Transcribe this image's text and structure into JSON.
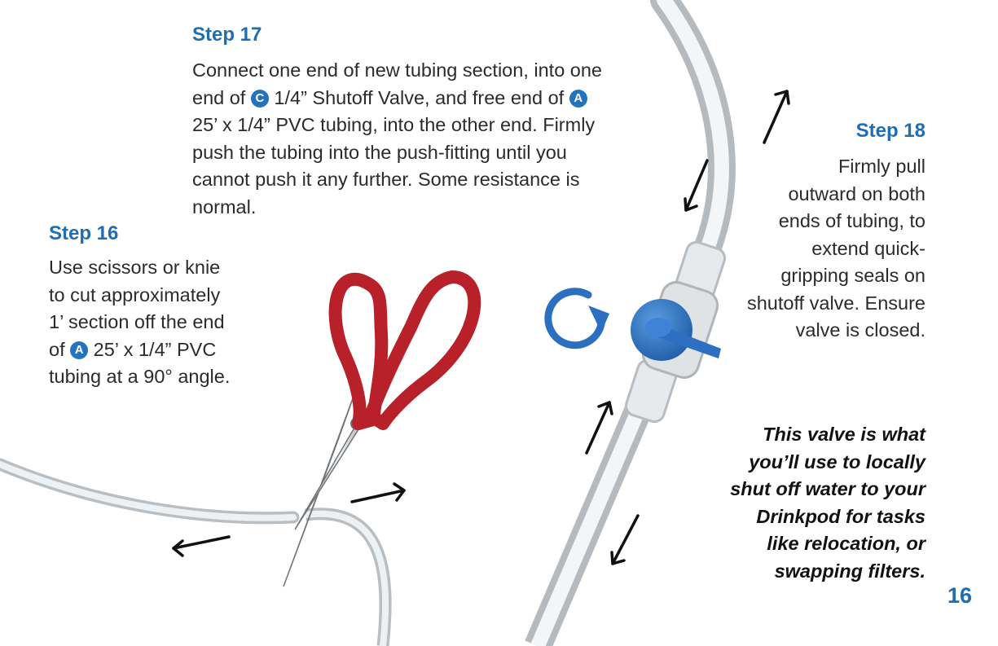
{
  "step17": {
    "heading": "Step 17",
    "line1": "Connect one end of new tubing section, into one",
    "line2_pre": "end of",
    "line2_badge1": "C",
    "line2_mid": "1/4” Shutoff Valve, and free end of",
    "line2_badge2": "A",
    "line3": "25’ x 1/4” PVC tubing, into the other end. Firmly",
    "line4": "push the tubing into the push-fitting until you",
    "line5": "cannot push it any further. Some resistance is",
    "line6": "normal."
  },
  "step16": {
    "heading": "Step 16",
    "line1": "Use scissors or knie",
    "line2": "to cut approximately",
    "line3": "1’ section off the end",
    "line4_pre": "of",
    "line4_badge": "A",
    "line4_post": "25’ x 1/4” PVC",
    "line5": "tubing at a 90° angle."
  },
  "step18": {
    "heading": "Step 18",
    "lines": [
      "Firmly pull",
      "outward on both",
      "ends of tubing, to",
      "extend quick-",
      "gripping seals on",
      "shutoff valve. Ensure",
      "valve is closed."
    ]
  },
  "note": {
    "lines": [
      "This valve is what",
      "you’ll use to locally",
      "shut off water to your",
      "Drinkpod for tasks",
      "like relocation, or",
      "swapping filters."
    ]
  },
  "page_number": "16",
  "colors": {
    "heading": "#1f6db3",
    "badge": "#2473bd",
    "scissors": "#b8202a",
    "valve": "#2a6fc0"
  },
  "icons": [
    "scissors-illustration",
    "tubing-illustration",
    "shutoff-valve-illustration",
    "rotate-icon",
    "arrow-icon"
  ]
}
